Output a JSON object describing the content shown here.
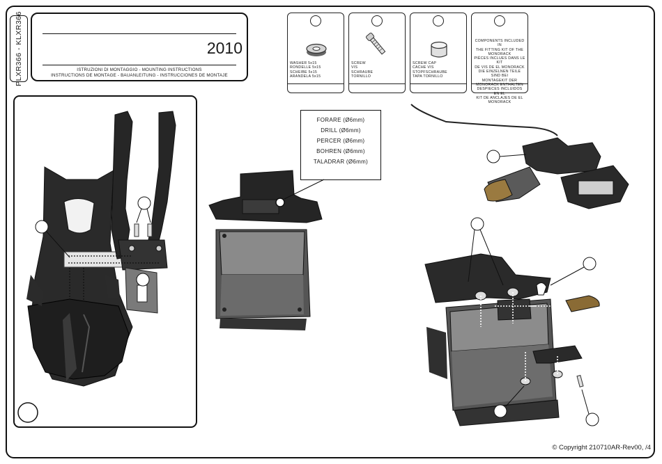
{
  "header": {
    "code": "PLXR366 - KLXR366",
    "year": "2010",
    "instructions_line1": "ISTRUZIONI DI MONTAGGIO  -  MOUNTING INSTRUCTIONS",
    "instructions_line2": "INSTRUCTIONS DE MONTAGE - BAUANLEITUNG - INSTRUCCIONES DE MONTAJE"
  },
  "components": [
    {
      "icon": "washer-icon",
      "lines": [
        "WASHER 5x15",
        "RONDELLE 5x15",
        "SCHEIBE 5x15",
        "ARANDELA 5x15"
      ]
    },
    {
      "icon": "screw-icon",
      "lines": [
        "SCREW",
        "VIS",
        "SCHRAUBE",
        "TORNILLO"
      ]
    },
    {
      "icon": "screw-cap-icon",
      "lines": [
        "SCREW  CAP",
        "CACHE VIS",
        "STOPFSCHRAUBE",
        "TAPA TORNILLO"
      ]
    }
  ],
  "included_note": [
    "COMPONENTS INCLUDED IN",
    "THE FITTING KIT OF THE",
    "MONORACK",
    "PIÈCES INCLUES DANS LE KIT",
    "DE VIS DE EL MONORACK",
    "DIE EINZELNEN TEILE SIND BEI",
    "MONTAGEKIT DER",
    "MONORACK ENTHALTEN",
    "DESPIECES INCLUIDOS EN EL",
    "KIT DE ANCLAJES DE EL",
    "MONORACK"
  ],
  "drill_box": [
    "FORARE (Ø6mm)",
    "DRILL (Ø6mm)",
    "PERCER (Ø6mm)",
    "BOHREN (Ø6mm)",
    "TALADRAR (Ø6mm)"
  ],
  "footer": {
    "copyright": "© Copyright 210710AR-Rev00,    /4"
  }
}
